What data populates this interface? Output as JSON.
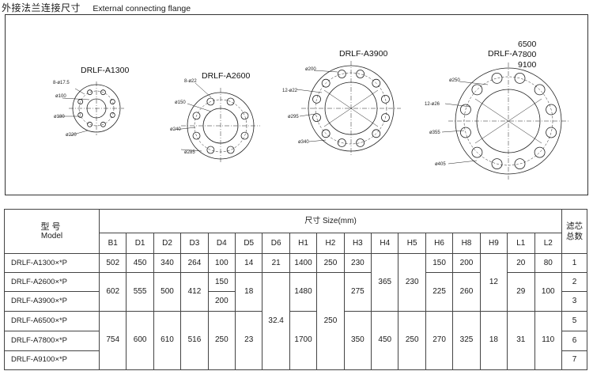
{
  "header": {
    "title_cn": "外接法兰连接尺寸",
    "title_en": "External connecting flange"
  },
  "drawings": {
    "a1300": {
      "name": "DRLF-A1300",
      "holes": "8-ø17.5",
      "d100": "ø100",
      "d180": "ø180",
      "d220": "ø220"
    },
    "a2600": {
      "name": "DRLF-A2600",
      "holes": "8-ø22",
      "d150": "ø150",
      "d240": "ø240",
      "d285": "ø285"
    },
    "a3900": {
      "name": "DRLF-A3900",
      "d200": "ø200",
      "holes": "12-ø22",
      "d295": "ø295",
      "d340": "ø340"
    },
    "a6500": {
      "name": "DRLF-A",
      "v1": "6500",
      "v2": "7800",
      "v3": "9100",
      "d250": "ø250",
      "holes": "12-ø26",
      "d355": "ø355",
      "d405": "ø405"
    }
  },
  "table": {
    "model_cn": "型号",
    "model_en": "Model",
    "size_label": "尺寸 Size(mm)",
    "filter_label_1": "滤芯",
    "filter_label_2": "总数",
    "columns": [
      "B1",
      "D1",
      "D2",
      "D3",
      "D4",
      "D5",
      "D6",
      "H1",
      "H2",
      "H3",
      "H4",
      "H5",
      "H6",
      "H8",
      "H9",
      "L1",
      "L2"
    ],
    "models": [
      "DRLF-A1300×*P",
      "DRLF-A2600×*P",
      "DRLF-A3900×*P",
      "DRLF-A6500×*P",
      "DRLF-A7800×*P",
      "DRLF-A9100×*P"
    ],
    "cells": {
      "r1": {
        "B1": "502",
        "D1": "450",
        "D2": "340",
        "D3": "264",
        "D4": "100",
        "D5": "14",
        "D6": "21",
        "H1": "1400",
        "H2": "250",
        "H3": "230",
        "H6": "150",
        "H8": "200",
        "L1": "20",
        "L2": "80",
        "N": "1"
      },
      "r23": {
        "B1": "602",
        "D1": "555",
        "D2": "500",
        "D3": "412",
        "D4a": "150",
        "D4b": "200",
        "D5": "18",
        "H1": "1480",
        "H3": "275",
        "H6": "225",
        "H8": "260",
        "L1": "29",
        "L2": "100",
        "N2": "2",
        "N3": "3"
      },
      "shared": {
        "H4": "365",
        "H5": "230",
        "H9": "12",
        "D6": "32.4",
        "H2": "250"
      },
      "r456": {
        "B1": "754",
        "D1": "600",
        "D2": "610",
        "D3": "516",
        "D4": "250",
        "D5": "23",
        "H1": "1700",
        "H3": "350",
        "H4": "450",
        "H5": "250",
        "H6": "270",
        "H8": "325",
        "H9": "18",
        "L1": "31",
        "L2": "110",
        "N4": "5",
        "N5": "6",
        "N6": "7"
      }
    }
  }
}
